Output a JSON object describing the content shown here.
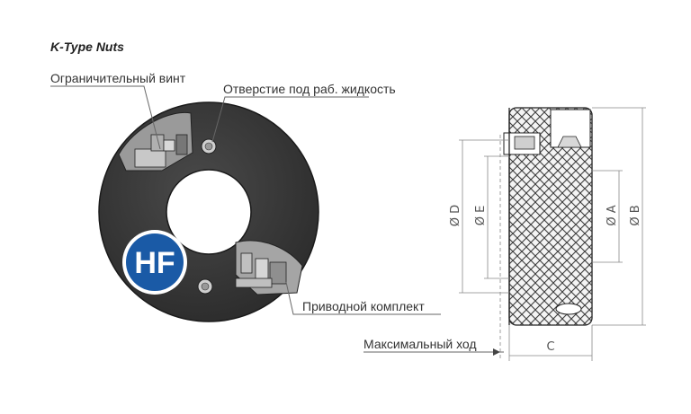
{
  "title": "K-Type Nuts",
  "labels": {
    "limit_screw": "Ограничительный винт",
    "fluid_hole": "Отверстие под раб. жидкость",
    "drive_kit": "Приводной комплект",
    "max_stroke": "Максимальный ход"
  },
  "dimensions": {
    "d": "Ø D",
    "e": "Ø E",
    "a": "Ø A",
    "b": "Ø B",
    "c": "C"
  },
  "logo": {
    "text": "HF",
    "color": "#1a5aa6"
  },
  "colors": {
    "nut_body": "#3a3a3a",
    "knurl_bg": "#f4f4f4",
    "knurl_line": "#3c3c3c"
  }
}
